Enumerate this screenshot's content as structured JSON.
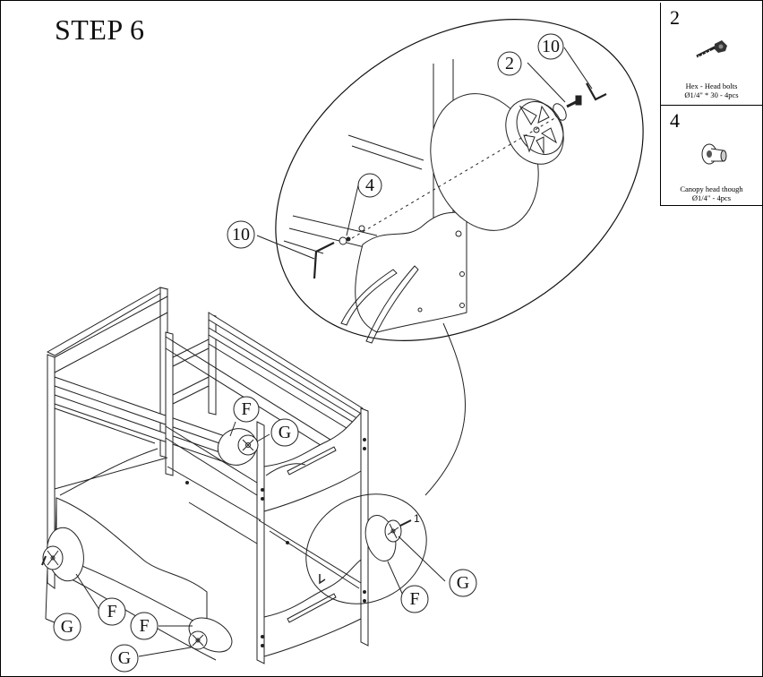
{
  "step_title": "STEP 6",
  "legend": [
    {
      "number": "2",
      "icon": "hex-bolt-icon",
      "name": "Hex - Head bolts",
      "spec": "Ø1/4\" * 30 - 4pcs"
    },
    {
      "number": "4",
      "icon": "canopy-nut-icon",
      "name": "Canopy head though",
      "spec": "Ø1/4\" - 4pcs"
    }
  ],
  "detail_callouts": {
    "bolt": "2",
    "allen_key_top": "10",
    "nut": "4",
    "allen_key_left": "10"
  },
  "main_callouts": {
    "f_upper": "F",
    "g_upper": "G",
    "g_right": "G",
    "f_right": "F",
    "f_left": "F",
    "g_left": "G",
    "f_bottom": "F",
    "g_bottom": "G"
  },
  "marks": {
    "arrow_one": "1"
  }
}
